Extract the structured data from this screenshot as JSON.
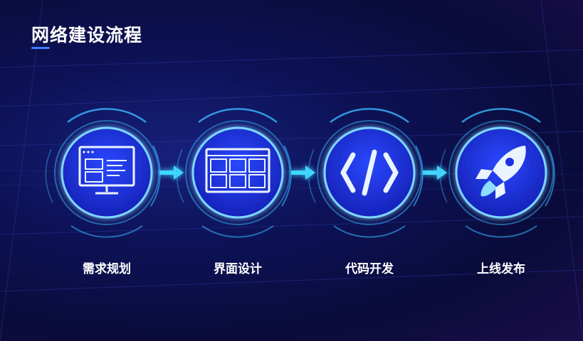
{
  "title": "网络建设流程",
  "colors": {
    "accent": "#3f7cff",
    "circle_fill": "#1d2fe0",
    "ring": "#39b8ff",
    "arrow": "#3fd6ff"
  },
  "steps": [
    {
      "label": "需求规划",
      "icon": "monitor-icon"
    },
    {
      "label": "界面设计",
      "icon": "layout-grid-icon"
    },
    {
      "label": "代码开发",
      "icon": "code-brackets-icon"
    },
    {
      "label": "上线发布",
      "icon": "rocket-icon"
    }
  ]
}
